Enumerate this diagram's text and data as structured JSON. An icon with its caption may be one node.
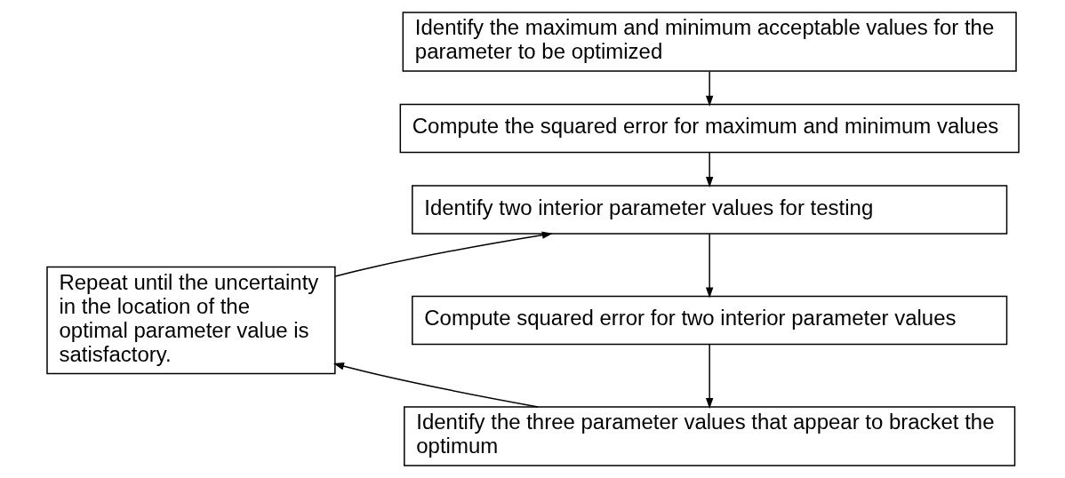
{
  "diagram": {
    "nodes": [
      {
        "text": [
          "Identify the maximum and minimum acceptable values for the parameter to be optimized"
        ]
      },
      {
        "text": [
          "Compute the squared error for maximum and minimum values"
        ]
      },
      {
        "text": [
          "Identify two interior parameter values for testing"
        ]
      },
      {
        "text": [
          "Compute squared error for two interior parameter values"
        ]
      },
      {
        "text": [
          "Identify the three parameter values that appear to bracket the optimum"
        ]
      },
      {
        "text": [
          "Repeat until the uncertainty in the location of the optimal parameter value is satisfactory."
        ]
      }
    ],
    "edges": [
      {
        "from": 0,
        "to": 1,
        "arrow": "to"
      },
      {
        "from": 1,
        "to": 2,
        "arrow": "to"
      },
      {
        "from": 2,
        "to": 3,
        "arrow": "to"
      },
      {
        "from": 3,
        "to": 4,
        "arrow": "to"
      },
      {
        "from": 4,
        "to": 5,
        "arrow": "to"
      },
      {
        "from": 5,
        "to": 2,
        "arrow": "to"
      }
    ]
  }
}
